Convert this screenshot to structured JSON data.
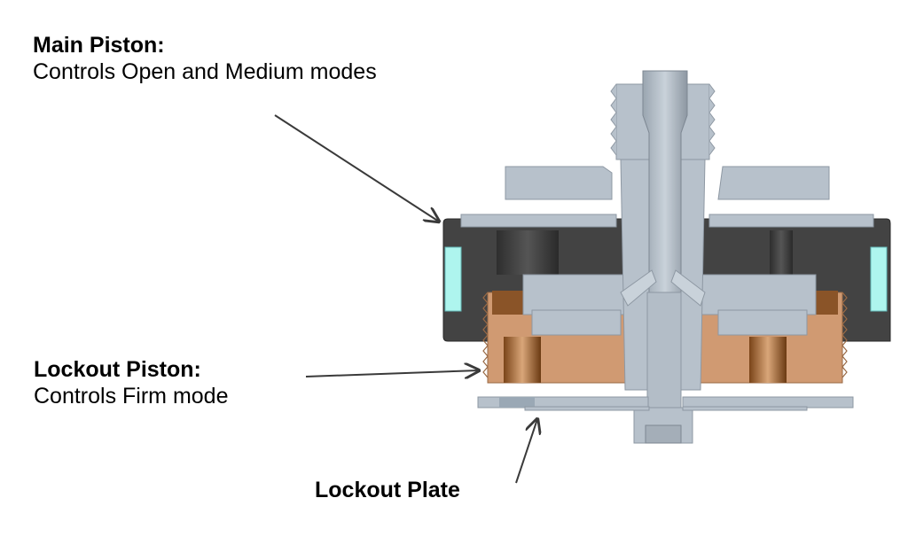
{
  "labels": {
    "main_piston": {
      "title": "Main Piston:",
      "description": "Controls Open and Medium modes"
    },
    "lockout_piston": {
      "title": "Lockout Piston:",
      "description": "Controls Firm mode"
    },
    "lockout_plate": {
      "title": "Lockout Plate"
    }
  },
  "colors": {
    "steel": "#b7c1cb",
    "steel_dark": "#8e98a3",
    "housing": "#434343",
    "bronze": "#d09a72",
    "bronze_dark": "#8a5428",
    "seal": "#aef5ee",
    "arrow": "#3a3a3a"
  }
}
